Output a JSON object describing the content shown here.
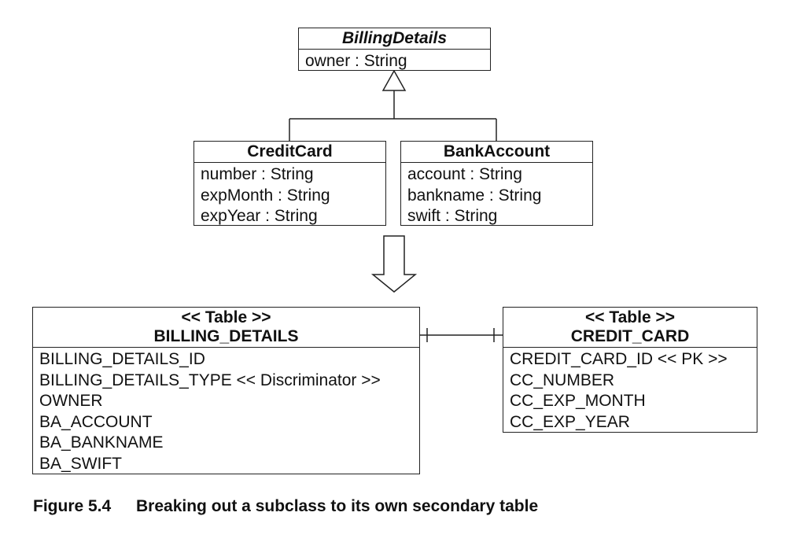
{
  "classes": {
    "billing_details": {
      "name": "BillingDetails",
      "attributes": [
        "owner : String"
      ]
    },
    "credit_card": {
      "name": "CreditCard",
      "attributes": [
        "number : String",
        "expMonth : String",
        "expYear : String"
      ]
    },
    "bank_account": {
      "name": "BankAccount",
      "attributes": [
        "account : String",
        "bankname : String",
        "swift : String"
      ]
    }
  },
  "tables": {
    "billing_details": {
      "stereotype": "<< Table >>",
      "name": "BILLING_DETAILS",
      "columns": [
        "BILLING_DETAILS_ID",
        "BILLING_DETAILS_TYPE << Discriminator >>",
        "OWNER",
        "BA_ACCOUNT",
        "BA_BANKNAME",
        "BA_SWIFT"
      ]
    },
    "credit_card": {
      "stereotype": "<< Table >>",
      "name": "CREDIT_CARD",
      "columns": [
        "CREDIT_CARD_ID << PK >>",
        "CC_NUMBER",
        "CC_EXP_MONTH",
        "CC_EXP_YEAR"
      ]
    }
  },
  "caption": {
    "number": "Figure 5.4",
    "text": "Breaking out a subclass to its own secondary table"
  }
}
